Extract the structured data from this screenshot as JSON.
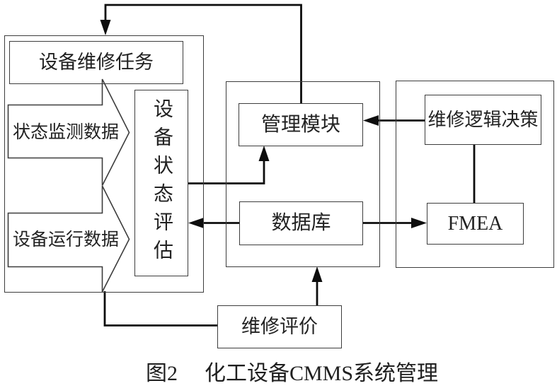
{
  "figure": {
    "caption": {
      "label": "图2",
      "title": "化工设备CMMS系统管理"
    }
  },
  "nodes": {
    "equipment_maintenance_task": {
      "label": "设备维修任务"
    },
    "condition_monitoring_data": {
      "label": "状态监测数据"
    },
    "equipment_operation_data": {
      "label": "设备运行数据"
    },
    "equipment_status_evaluation": {
      "label": "设备状态评估"
    },
    "management_module": {
      "label": "管理模块"
    },
    "database": {
      "label": "数据库"
    },
    "maintenance_logic_decision": {
      "label": "维修逻辑决策"
    },
    "fmea": {
      "label": "FMEA"
    },
    "maintenance_evaluation": {
      "label": "维修评价"
    }
  },
  "edges": [
    {
      "from": "management_module",
      "to": "equipment_maintenance_task_group",
      "type": "arrow",
      "route": "up-left-down"
    },
    {
      "from": "condition_monitoring_data",
      "to": "equipment_status_evaluation",
      "type": "block-arrow"
    },
    {
      "from": "equipment_operation_data",
      "to": "equipment_status_evaluation",
      "type": "block-arrow"
    },
    {
      "from": "equipment_status_evaluation",
      "to": "management_module",
      "type": "arrow",
      "route": "right-up"
    },
    {
      "from": "database",
      "to": "equipment_status_evaluation",
      "type": "arrow",
      "route": "left"
    },
    {
      "from": "database",
      "to": "fmea",
      "type": "arrow",
      "route": "right"
    },
    {
      "from": "maintenance_logic_decision",
      "to": "management_module",
      "type": "arrow",
      "route": "left"
    },
    {
      "from": "maintenance_logic_decision",
      "to": "fmea",
      "type": "line",
      "route": "down"
    },
    {
      "from": "left_group",
      "to": "maintenance_evaluation",
      "type": "line",
      "route": "down-right"
    },
    {
      "from": "maintenance_evaluation",
      "to": "database_group",
      "type": "arrow",
      "route": "up"
    }
  ],
  "colors": {
    "box_border": "#3d3d3d",
    "connector": "#0d0d0d",
    "text": "#222222",
    "background": "#ffffff"
  }
}
